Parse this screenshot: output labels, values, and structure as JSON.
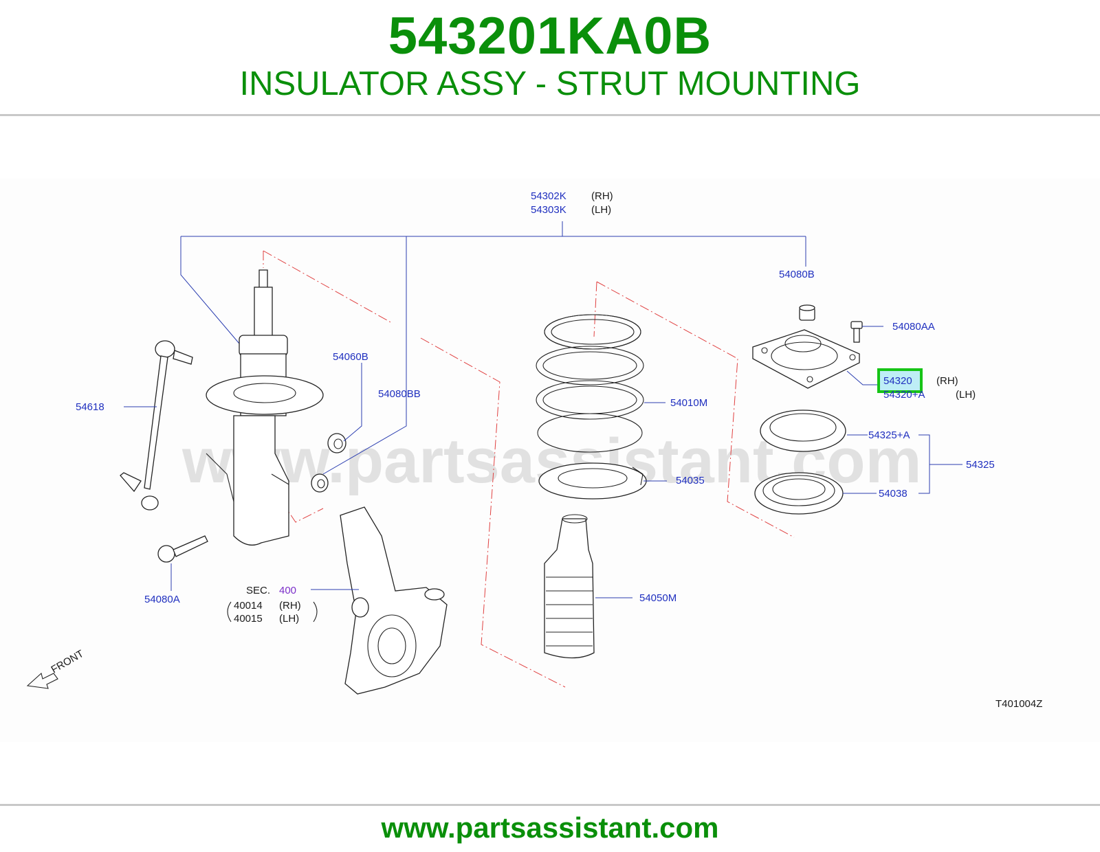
{
  "header": {
    "part_number": "543201KA0B",
    "part_name": "INSULATOR ASSY - STRUT MOUNTING"
  },
  "diagram": {
    "watermark": "www.partsassistant.com",
    "drawing_code": "T401004Z",
    "front_label": "FRONT",
    "labels": {
      "strut_rh": "54302K",
      "strut_rh_side": "(RH)",
      "strut_lh": "54303K",
      "strut_lh_side": "(LH)",
      "nut_top": "54080B",
      "bolt_top": "54080AA",
      "insulator_rh": "54320",
      "insulator_rh_side": "(RH)",
      "insulator_lh": "54320+A",
      "insulator_lh_side": "(LH)",
      "bearing_seat": "54325+A",
      "bearing_assy": "54325",
      "bearing": "54038",
      "nut_mid": "54060B",
      "nut_bb": "54080BB",
      "spring": "54010M",
      "seat": "54035",
      "bound_bumper": "54050M",
      "stabilizer_link": "54618",
      "lower_bolt": "54080A",
      "sec_label": "SEC.",
      "sec_number": "400",
      "knuckle_rh": "40014",
      "knuckle_rh_side": "(RH)",
      "knuckle_lh": "40015",
      "knuckle_lh_side": "(LH)"
    },
    "highlight_color": "#16c416"
  },
  "footer": {
    "url": "www.partsassistant.com"
  }
}
